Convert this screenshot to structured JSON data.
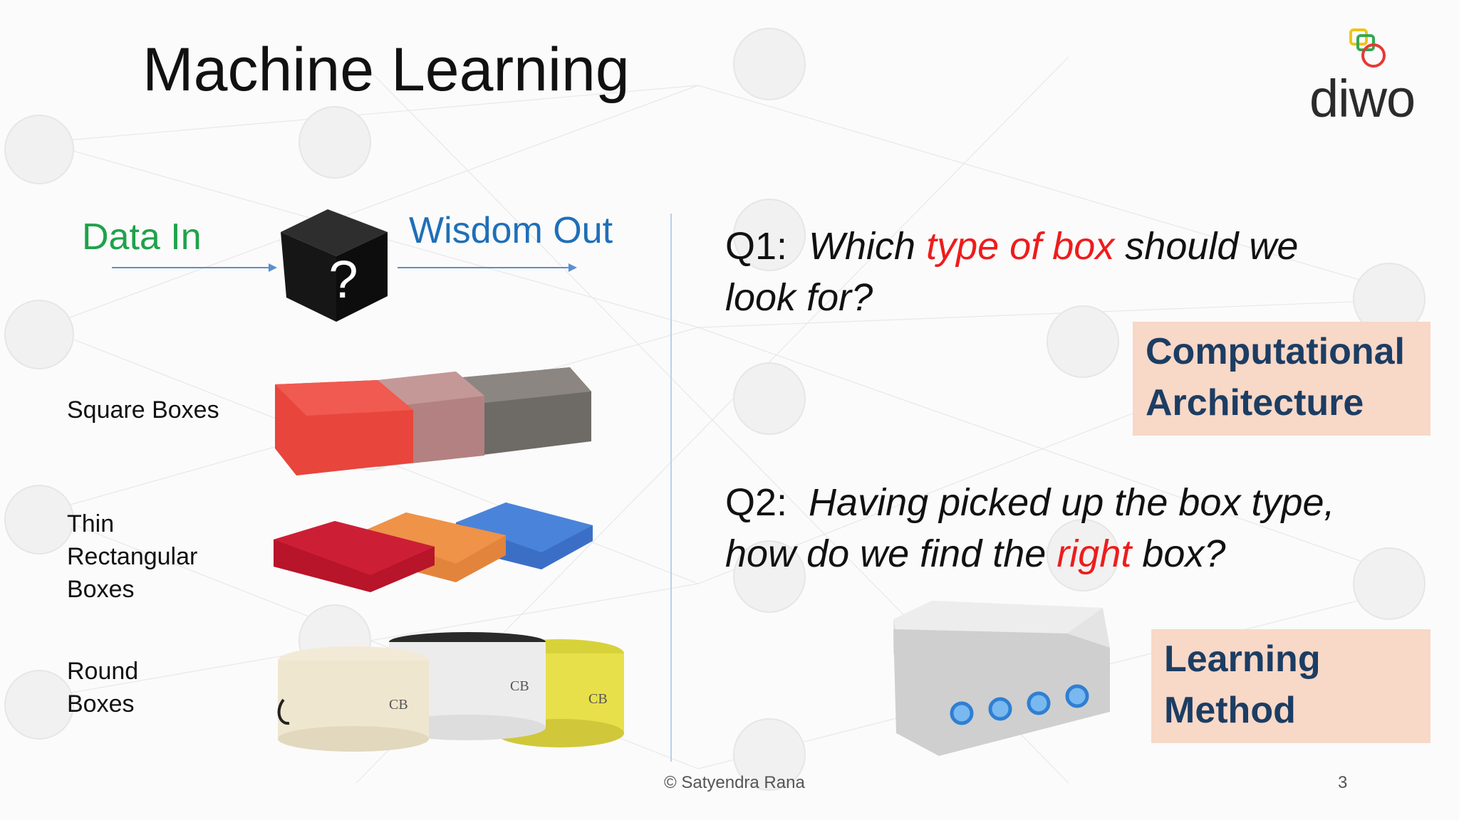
{
  "slide": {
    "title": "Machine Learning",
    "logo_text": "diwo",
    "data_in": "Data In",
    "wisdom_out": "Wisdom Out",
    "black_box_symbol": "?",
    "box_types": [
      {
        "label": "Square Boxes"
      },
      {
        "label_lines": [
          "Thin",
          "Rectangular",
          "Boxes"
        ]
      },
      {
        "label_lines": [
          "Round",
          "Boxes"
        ]
      }
    ],
    "q1": {
      "prefix": "Q1:  ",
      "part1": "Which ",
      "highlight": "type of box",
      "part2": " should we",
      "line2": "look for?"
    },
    "q2": {
      "prefix": "Q2:  ",
      "line1": "Having picked up the box type,",
      "part1": "how do we find the ",
      "highlight": "right",
      "part2": " box?"
    },
    "callout1": {
      "line1": "Computational",
      "line2": "Architecture"
    },
    "callout2": {
      "line1": "Learning",
      "line2": "Method"
    },
    "footer": "© Satyendra Rana",
    "page_number": "3"
  },
  "colors": {
    "data_in": "#1fa24a",
    "wisdom_out": "#1f6fb8",
    "highlight": "#ee1c1c",
    "callout_bg": "#f8d8c7",
    "callout_text": "#1c3d63"
  },
  "icons": {
    "logo": "diwo-logo-icon",
    "black_box": "question-cube-icon",
    "arrow": "right-arrow-icon",
    "device": "device-box-icon"
  }
}
